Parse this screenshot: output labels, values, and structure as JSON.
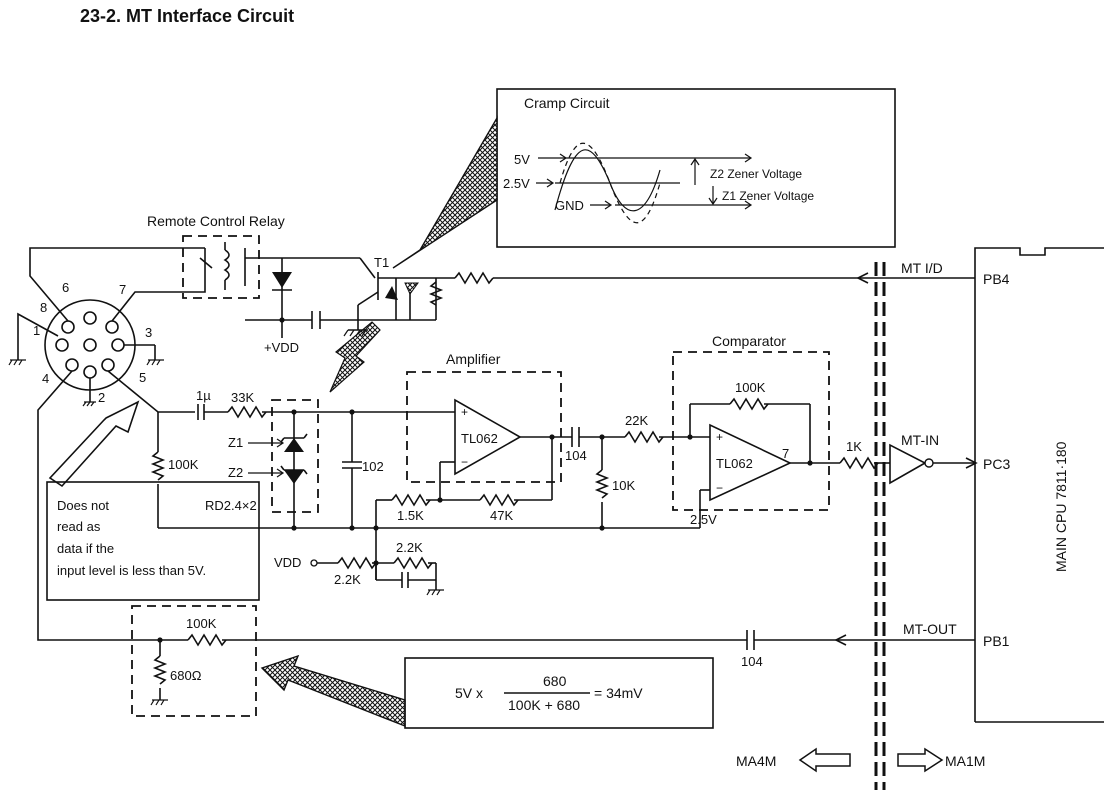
{
  "title": "23-2.  MT Interface Circuit",
  "cramp": {
    "title": "Cramp Circuit",
    "v5": "5V",
    "v25": "2.5V",
    "gnd": "GND",
    "z2": "Z2  Zener Voltage",
    "z1": "Z1  Zener Voltage"
  },
  "relay": {
    "title": "Remote Control Relay",
    "vdd": "+VDD",
    "t1": "T1"
  },
  "connector": {
    "pins": [
      "8",
      "6",
      "7",
      "1",
      "3",
      "4",
      "5",
      "2"
    ]
  },
  "amplifier": {
    "title": "Amplifier",
    "chip": "TL062",
    "cap": "104",
    "r1": "1.5K",
    "r2": "47K"
  },
  "comparator": {
    "title": "Comparator",
    "chip": "TL062",
    "r_fb": "100K",
    "pin": "7",
    "ref": "2.5V"
  },
  "input_stage": {
    "cap": "1µ",
    "r": "33K",
    "z1": "Z1",
    "z2": "Z2",
    "diode": "RD2.4×2",
    "c102": "102",
    "r100k": "100K",
    "r22k": "22K",
    "r10k": "10K"
  },
  "bias": {
    "vdd": "VDD",
    "r1": "2.2K",
    "r2": "2.2K"
  },
  "note_box": {
    "lines": [
      "Does not",
      "read as",
      "data if the",
      "input level is less than 5V."
    ]
  },
  "divider": {
    "r_top": "100K",
    "r_bot": "680Ω",
    "cap": "104"
  },
  "formula": {
    "prefix": "5V x",
    "num": "680",
    "den": "100K + 680",
    "result": "= 34mV"
  },
  "signals": {
    "mt_id": "MT I/D",
    "mt_in": "MT-IN",
    "mt_out": "MT-OUT",
    "pb4": "PB4",
    "pc3": "PC3",
    "pb1": "PB1",
    "r1k": "1K"
  },
  "cpu": {
    "label": "MAIN CPU 7811·180"
  },
  "arrows": {
    "left": "MA4M",
    "right": "MA1M"
  }
}
